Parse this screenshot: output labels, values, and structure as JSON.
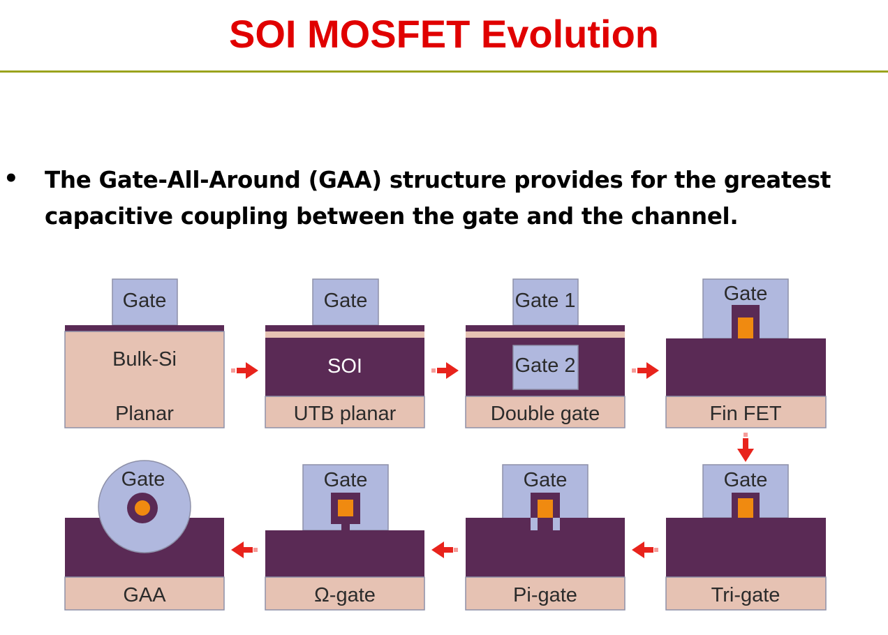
{
  "slide": {
    "title": "SOI MOSFET Evolution",
    "bullet": "The Gate-All-Around (GAA) structure provides for the greatest capacitive coupling between the gate and the channel."
  },
  "colors": {
    "title": "#e00000",
    "rule": "#9aa31d",
    "gate": "#b0b8de",
    "oxide_purple": "#5a2a55",
    "substrate_pink": "#e6c2b3",
    "channel_orange": "#f08a10",
    "arrow": "#e8231c"
  },
  "diagram": {
    "devices": [
      {
        "id": "planar",
        "gate_labels": [
          "Gate"
        ],
        "body_label": "Bulk-Si",
        "name": "Planar"
      },
      {
        "id": "utb",
        "gate_labels": [
          "Gate"
        ],
        "body_label": "SOI",
        "name": "UTB planar"
      },
      {
        "id": "double",
        "gate_labels": [
          "Gate 1",
          "Gate 2"
        ],
        "name": "Double gate"
      },
      {
        "id": "finfet",
        "gate_labels": [
          "Gate"
        ],
        "name": "Fin FET"
      },
      {
        "id": "trigate",
        "gate_labels": [
          "Gate"
        ],
        "name": "Tri-gate"
      },
      {
        "id": "pigate",
        "gate_labels": [
          "Gate"
        ],
        "name": "Pi-gate"
      },
      {
        "id": "omega",
        "gate_labels": [
          "Gate"
        ],
        "name": "Ω-gate"
      },
      {
        "id": "gaa",
        "gate_labels": [
          "Gate"
        ],
        "name": "GAA"
      }
    ]
  }
}
